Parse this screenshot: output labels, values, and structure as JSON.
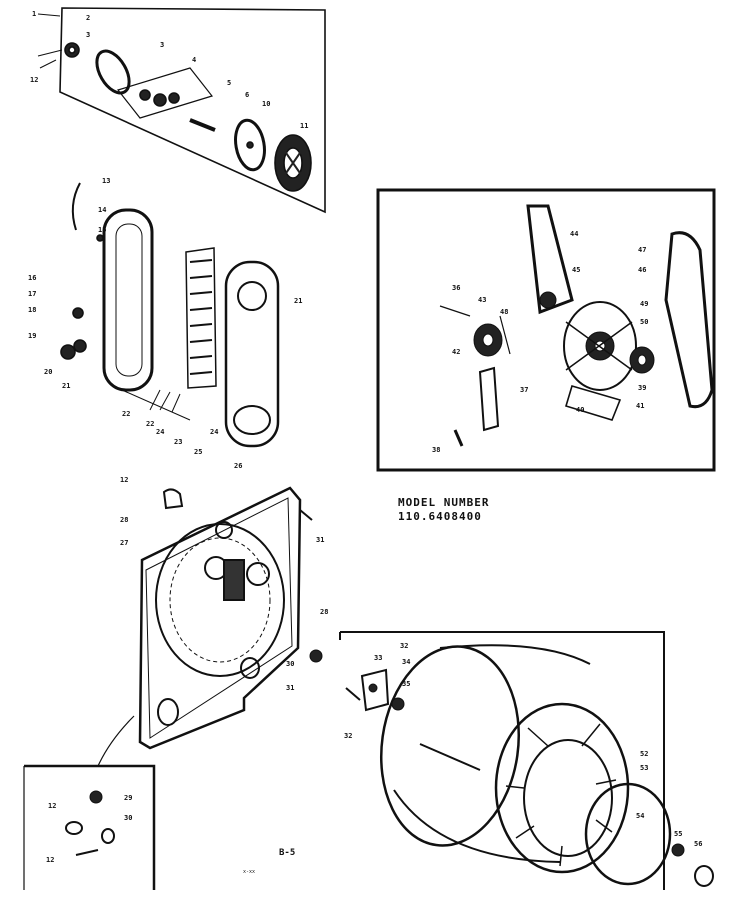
{
  "model": {
    "line1": "MODEL NUMBER",
    "line2": "110.6408400"
  },
  "page_code": "B-5",
  "small_code": "x-xx",
  "callouts": {
    "top_group": [
      "1",
      "2",
      "3",
      "3",
      "4",
      "5",
      "6",
      "10",
      "11",
      "12"
    ],
    "left_group": [
      "13",
      "14",
      "15",
      "16",
      "17",
      "18",
      "19",
      "20",
      "21",
      "22",
      "23",
      "24",
      "25",
      "26",
      "22",
      "24",
      "21"
    ],
    "belt_group": [
      "36",
      "37",
      "38",
      "39",
      "40",
      "41",
      "42",
      "43",
      "44",
      "45",
      "46",
      "47",
      "48",
      "49",
      "50"
    ],
    "back_panel": [
      "12",
      "28",
      "27",
      "31",
      "30",
      "31"
    ],
    "drum": [
      "28",
      "32",
      "33",
      "34",
      "35",
      "52",
      "53",
      "54",
      "55",
      "56",
      "32"
    ],
    "inset": [
      "12",
      "29",
      "30",
      "12"
    ]
  }
}
